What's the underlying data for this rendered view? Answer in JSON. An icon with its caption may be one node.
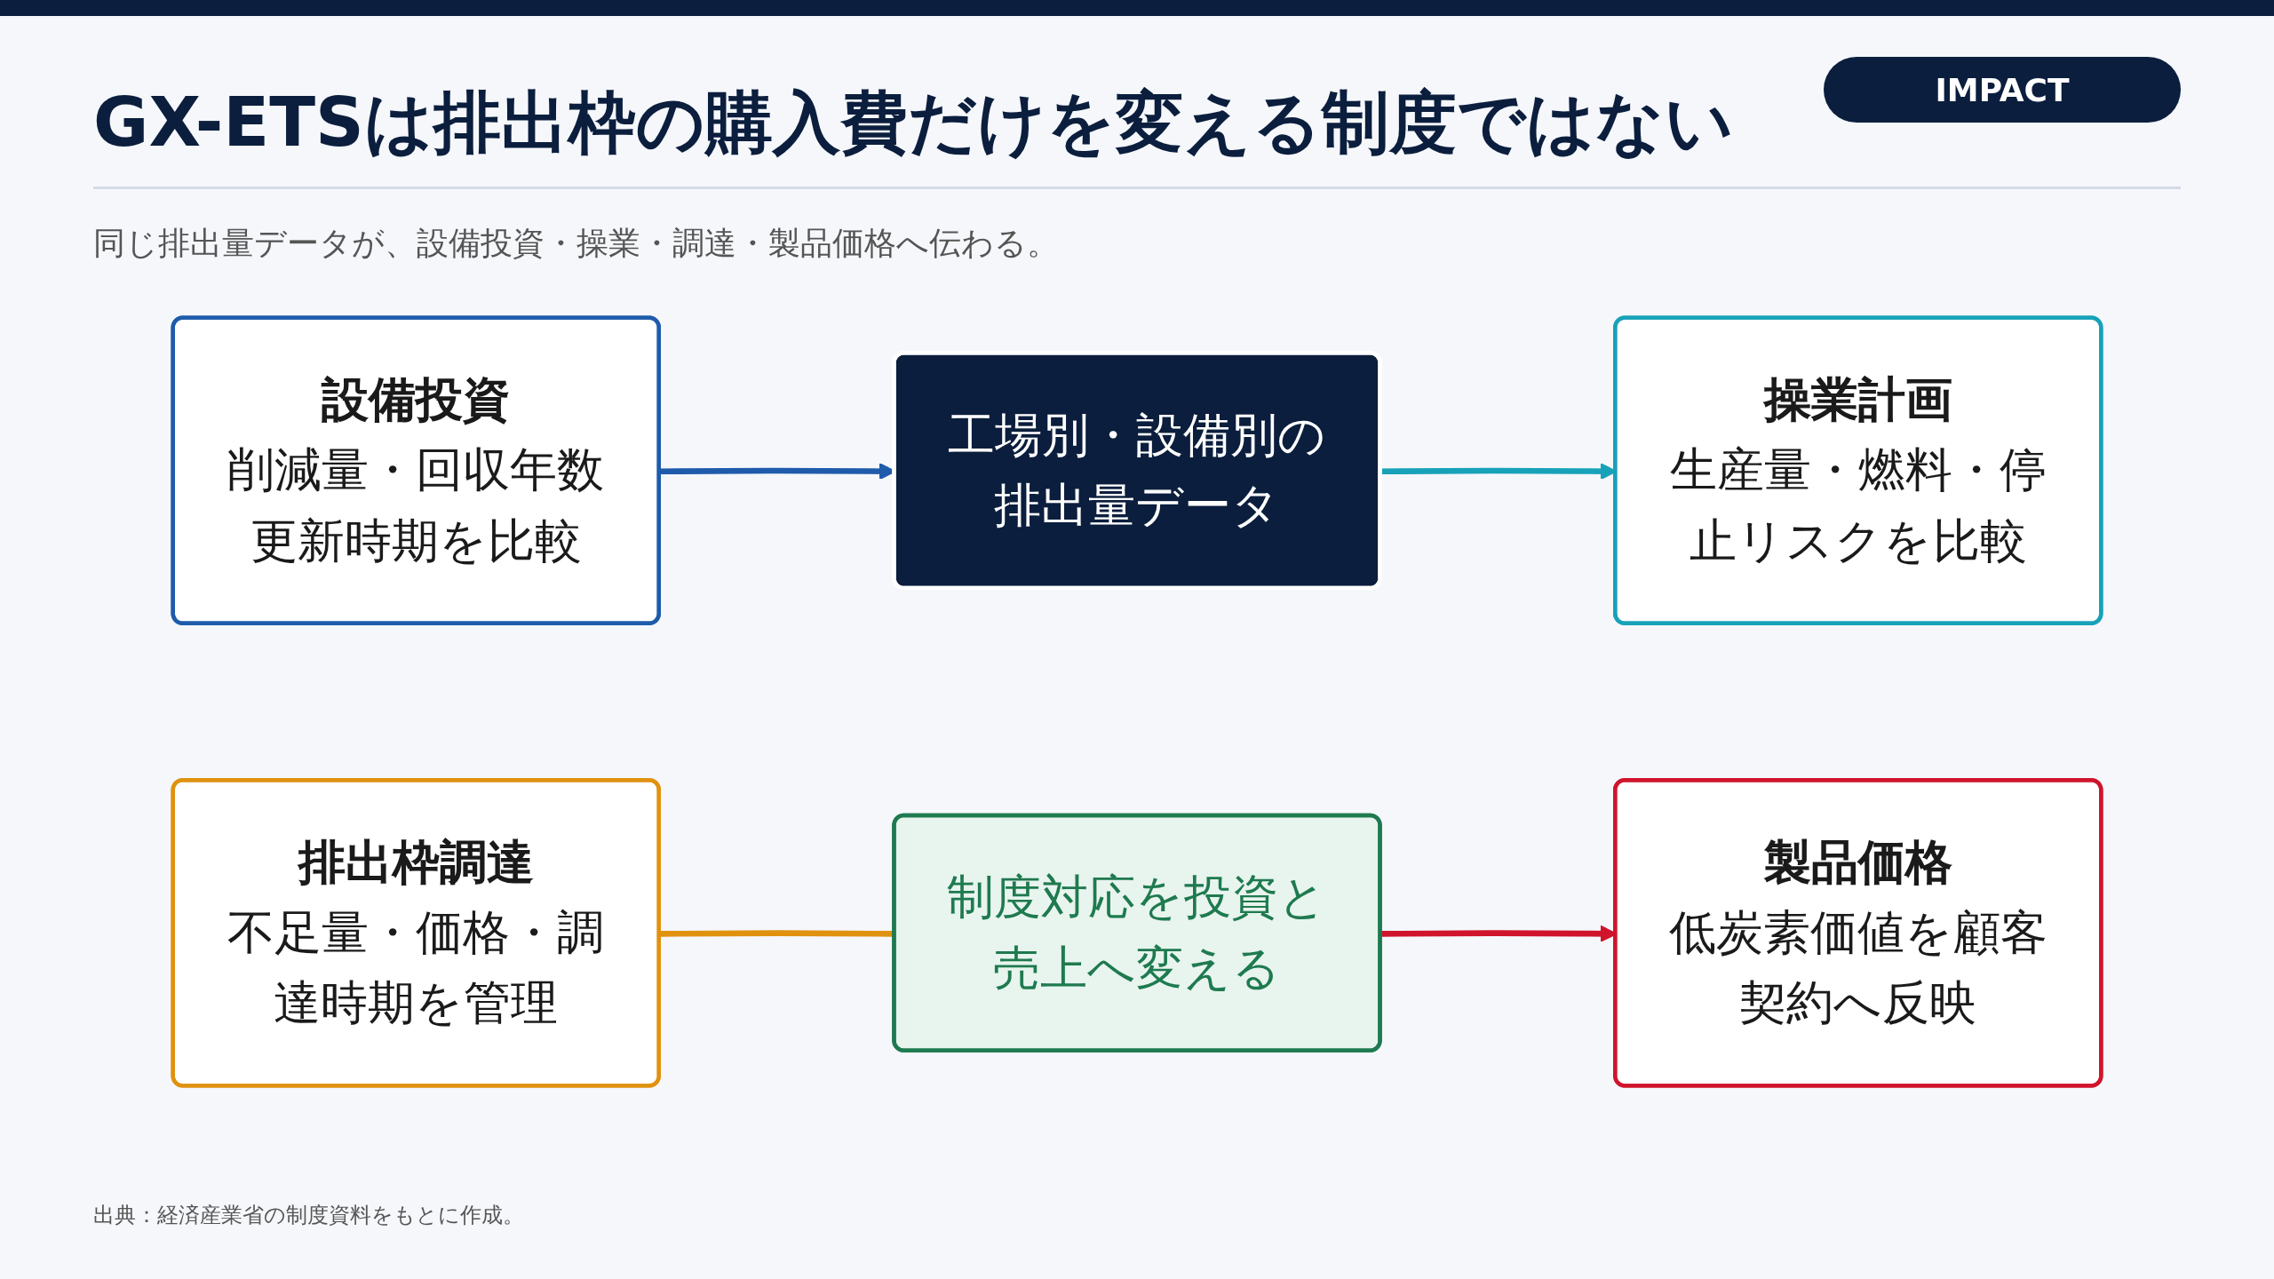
{
  "diagram": {
    "title": "GX-ETSは排出枠の購入費だけを変える制度ではない",
    "nodes": [
      {
        "text": [
          "設備投資",
          "削減量・回収年数更新時期を比較"
        ]
      },
      {
        "text": [
          "工場別・設備別の排出量データ"
        ]
      },
      {
        "text": [
          "操業計画",
          "生産量・燃料・停止リスクを比較"
        ]
      },
      {
        "text": [
          "排出枠調達",
          "不足量・価格・調達時期を管理"
        ]
      },
      {
        "text": [
          "制度対応を投資と売上へ変える"
        ]
      },
      {
        "text": [
          "製品価格",
          "低炭素価値を顧客契約へ反映"
        ]
      }
    ],
    "edges": [
      {
        "from": 0,
        "to": 1,
        "arrow": "to",
        "color": "#1f5bab"
      },
      {
        "from": 1,
        "to": 2,
        "arrow": "to",
        "color": "#17a2b8"
      },
      {
        "from": 3,
        "to": 4,
        "arrow": "none",
        "color": "#e0920f"
      },
      {
        "from": 4,
        "to": 5,
        "arrow": "to",
        "color": "#d0142c"
      }
    ],
    "labels": [
      "IMPACT",
      "同じ排出量データが、設備投資・操業・調達・製品価格へ伝わる。"
    ],
    "caption": "出典：経済産業省の制度資料をもとに作成。"
  }
}
